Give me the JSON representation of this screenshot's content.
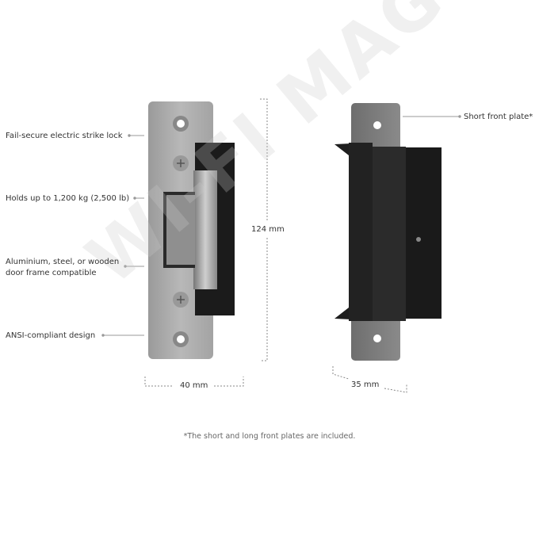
{
  "callouts": {
    "fail_secure": "Fail-secure electric strike lock",
    "holds": "Holds up to 1,200 kg (2,500 lb)",
    "frame_line1": "Aluminium, steel, or wooden",
    "frame_line2": "door frame compatible",
    "ansi": "ANSI-compliant design",
    "short_plate": "Short front plate*"
  },
  "dimensions": {
    "height": "124 mm",
    "width": "40 mm",
    "depth": "35 mm"
  },
  "footnote": "*The short and long front plates are included.",
  "watermark": "WI-FI MAG"
}
